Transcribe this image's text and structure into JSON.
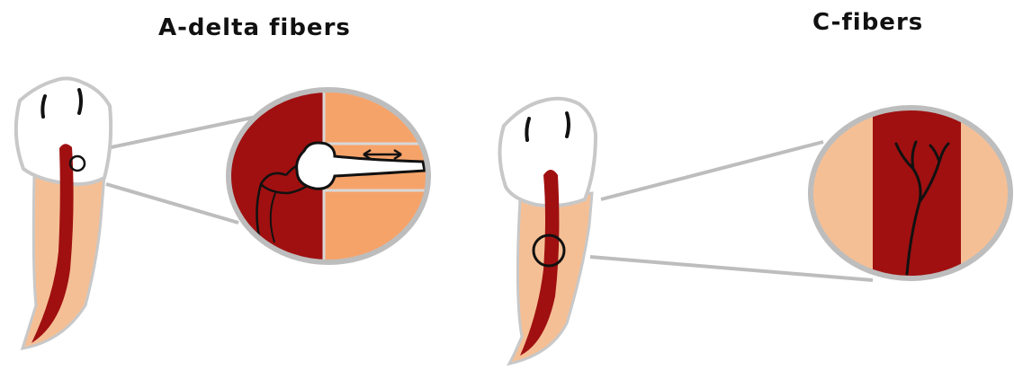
{
  "panels": {
    "a_delta": {
      "title": "A-delta fibers"
    },
    "c_fibers": {
      "title": "C-fibers"
    }
  },
  "colors": {
    "enamel": "#ffffff",
    "outline": "#c8c8c8",
    "root": "#f5bf95",
    "pulp": "#a01010",
    "dentin": "#f6a36a",
    "nerve_stroke": "#111111",
    "connector": "#bdbdbd"
  },
  "icons": {
    "arrow": "double-headed-arrow"
  }
}
